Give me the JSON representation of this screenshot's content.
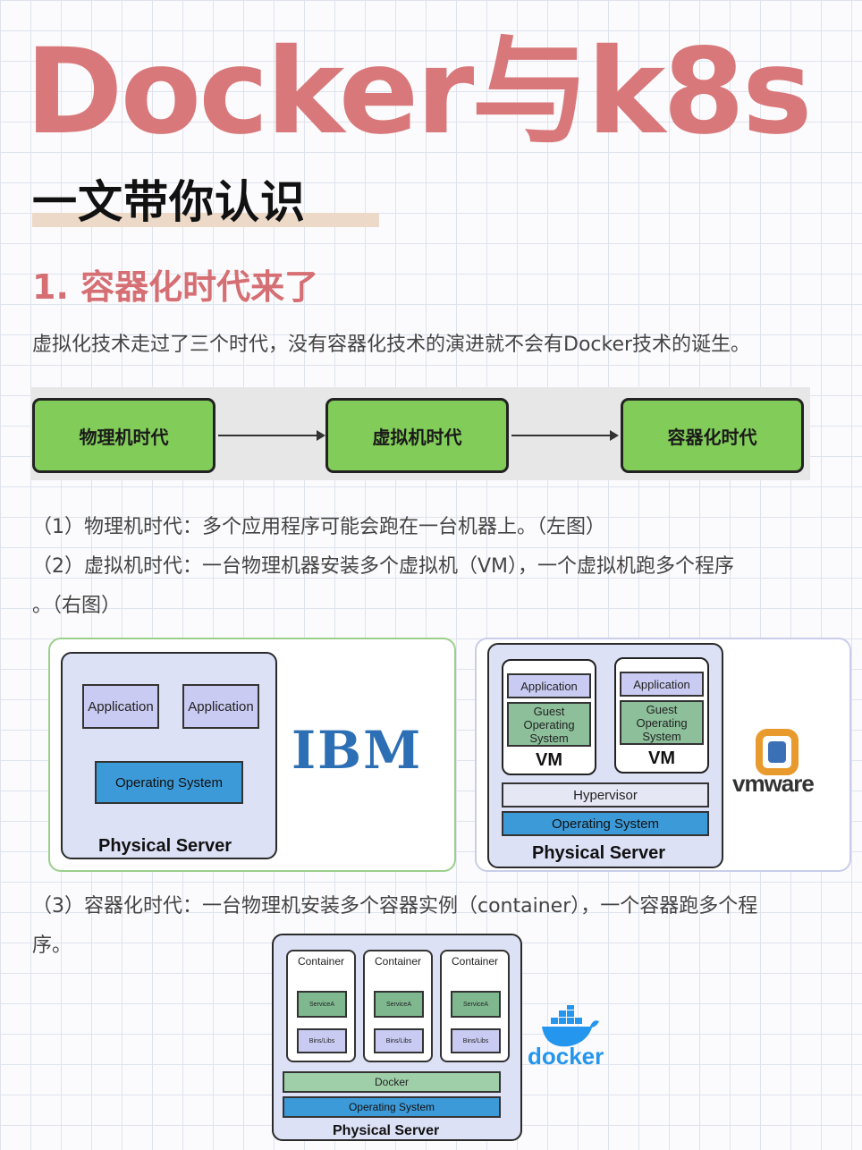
{
  "title": "Docker与k8s",
  "subtitle": "一文带你认识",
  "section1": {
    "heading": "1. 容器化时代来了",
    "intro": "虚拟化技术走过了三个时代，没有容器化技术的演进就不会有Docker技术的诞生。",
    "timeline": [
      "物理机时代",
      "虚拟机时代",
      "容器化时代"
    ],
    "item1": "（1）物理机时代：多个应用程序可能会跑在一台机器上。（左图）",
    "item2_line1": "（2）虚拟机时代：一台物理机器安装多个虚拟机（VM），一个虚拟机跑多个程序",
    "item2_line2": "。（右图）",
    "item3_line1": "（3）容器化时代：一台物理机安装多个容器实例（container），一个容器跑多个程",
    "item3_line2": "序。"
  },
  "diagram_physical": {
    "apps": [
      "Application",
      "Application"
    ],
    "os": "Operating System",
    "server": "Physical Server",
    "logo": "IBM"
  },
  "diagram_vm": {
    "vms": [
      {
        "app": "Application",
        "guest": "Guest Operating System",
        "label": "VM"
      },
      {
        "app": "Application",
        "guest": "Guest Operating System",
        "label": "VM"
      }
    ],
    "hypervisor": "Hypervisor",
    "os": "Operating System",
    "server": "Physical Server",
    "logo": "vmware"
  },
  "diagram_container": {
    "containers": [
      {
        "label": "Container",
        "service": "ServiceA",
        "bins": "Bins/Libs"
      },
      {
        "label": "Container",
        "service": "ServiceA",
        "bins": "Bins/Libs"
      },
      {
        "label": "Container",
        "service": "ServiceA",
        "bins": "Bins/Libs"
      }
    ],
    "engine": "Docker",
    "os": "Operating System",
    "server": "Physical Server",
    "logo": "docker"
  },
  "colors": {
    "title": "#d9787a",
    "heading": "#d66f73",
    "era_box": "#82cc59",
    "os_blue": "#3d9ad8",
    "ibm_blue": "#2d6fb5",
    "docker_blue": "#2496ed"
  }
}
